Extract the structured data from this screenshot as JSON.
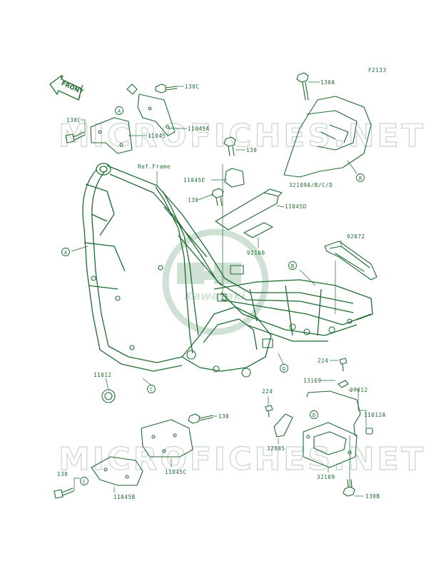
{
  "figure_id": "F2133",
  "front_arrow_text": "FRONT",
  "watermark": {
    "text": "MICROFICHES.NET",
    "logo_text": "Kawasaki"
  },
  "frame_label": "Ref.Frame",
  "part_labels": {
    "p130C_top": "130C",
    "p130C_left": "130C",
    "p11045": "11045",
    "p11045A": "11045A",
    "p130A": "130A",
    "p130_mid": "130",
    "p11045E": "11045E",
    "p130_left": "130",
    "p11045D": "11045D",
    "p32109ABCD": "32109A/B/C/D",
    "p92160": "92160",
    "p92072": "92072",
    "p11012": "11012",
    "p224_right": "224",
    "p13169": "13169",
    "p27012": "27012",
    "p11012A": "11012A",
    "p224_bottom": "224",
    "p130_bottom": "130",
    "p32085": "32085",
    "p11045C": "11045C",
    "p130_bl": "130",
    "p11045B": "11045B",
    "p32109": "32109",
    "p130B": "130B"
  },
  "callouts": {
    "a_top": "A",
    "a_left": "A",
    "b_seat": "B",
    "b_frame": "B",
    "c_frame": "C",
    "c_bracket": "C",
    "d_frame": "D",
    "d_cover": "D"
  }
}
